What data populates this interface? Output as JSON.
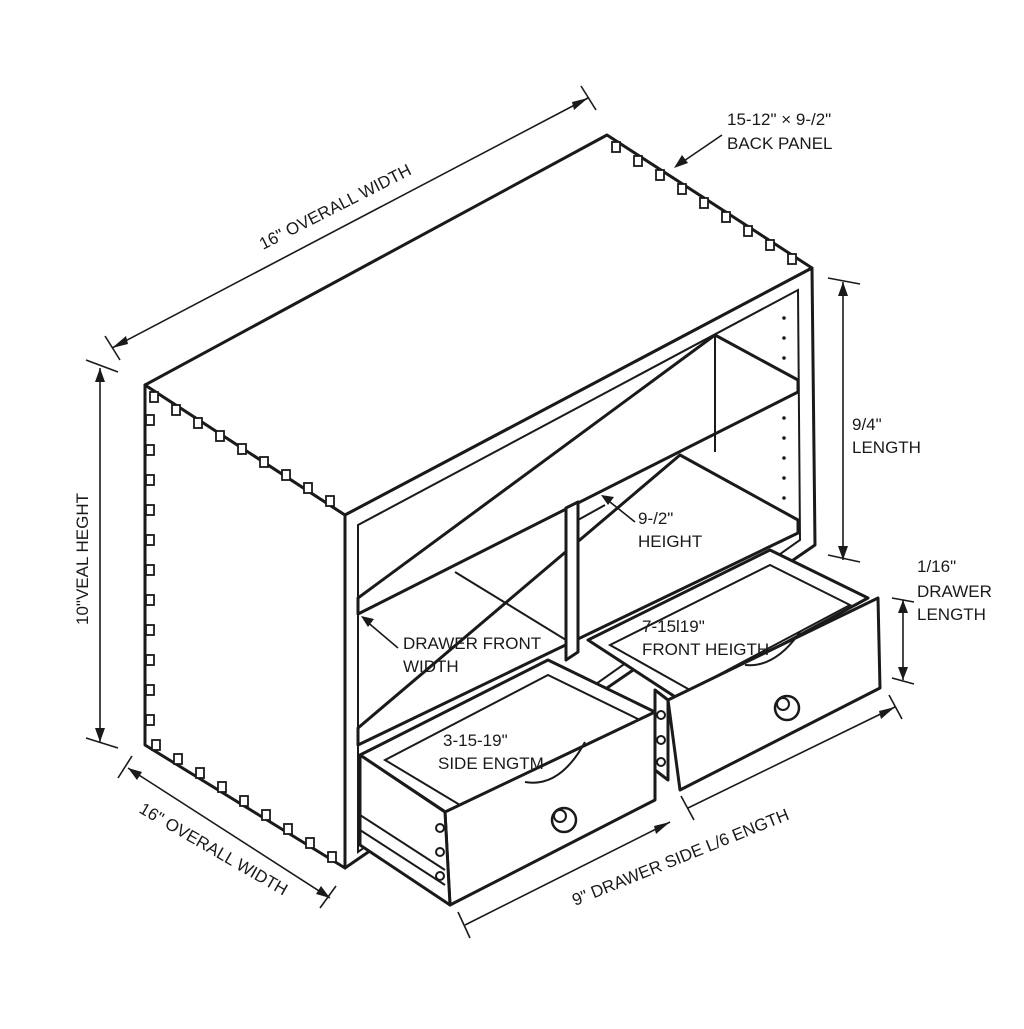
{
  "labels": {
    "top_width": "16\" OVERALL WIDTH",
    "back_panel_dim": "15-12\" × 9-/2\"",
    "back_panel": "BACK PANEL",
    "right_len_value": "9/4\"",
    "right_len": "LENGTH",
    "shelf_height_value": "9-/2\"",
    "shelf_height": "HEIGHT",
    "drawer_len_value": "1/16\"",
    "drawer_len_1": "DRAWER",
    "drawer_len_2": "LENGTH",
    "drawer_front_width_1": "DRAWER FRONT",
    "drawer_front_width_2": "WIDTH",
    "front_height_value": "7-15l19\"",
    "front_height": "FRONT HEIGTH",
    "side_length_value": "3-15-19\"",
    "side_length": "SIDE ENGTM",
    "overall_height": "10\"VEAL HEGHT",
    "bottom_width": "16\" OVERALL WIDTH",
    "drawer_side_length": "9\" DRAWER SIDE L/6 ENGTH"
  }
}
